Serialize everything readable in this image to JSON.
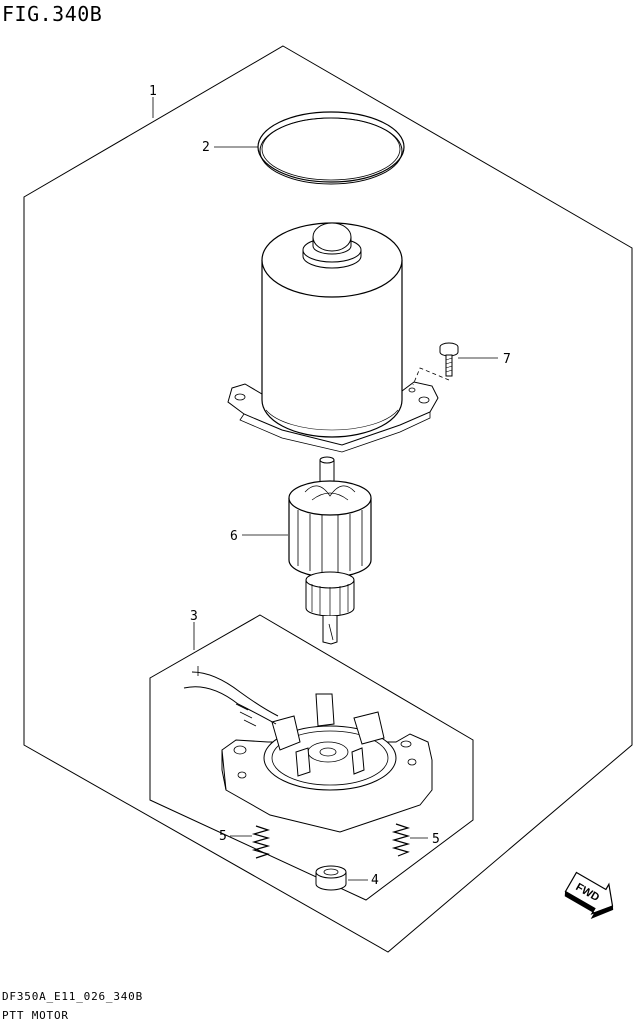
{
  "figure": {
    "title": "FIG.340B",
    "code": "DF350A_E11_026_340B",
    "caption": "PTT MOTOR"
  },
  "callouts": {
    "c1": "1",
    "c2": "2",
    "c3": "3",
    "c4": "4",
    "c5a": "5",
    "c5b": "5",
    "c6": "6",
    "c7": "7"
  },
  "fwd_label": "FWD",
  "colors": {
    "line": "#000000",
    "fill": "#ffffff",
    "shade": "#dcdcdc"
  }
}
